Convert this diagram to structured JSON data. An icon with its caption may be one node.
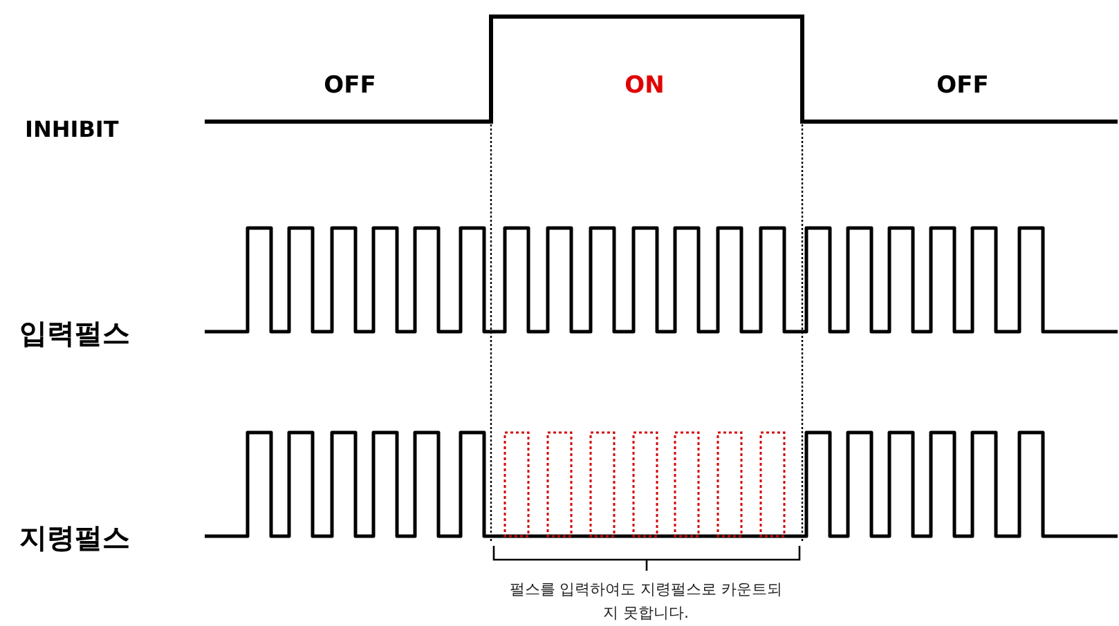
{
  "diagram": {
    "labels": [
      "OFF",
      "ON",
      "OFF",
      "INHIBIT",
      "입력펄스",
      "지령펄스",
      "펄스를 입력하여도 지령펄스로 카운트되지 못합니다."
    ]
  }
}
